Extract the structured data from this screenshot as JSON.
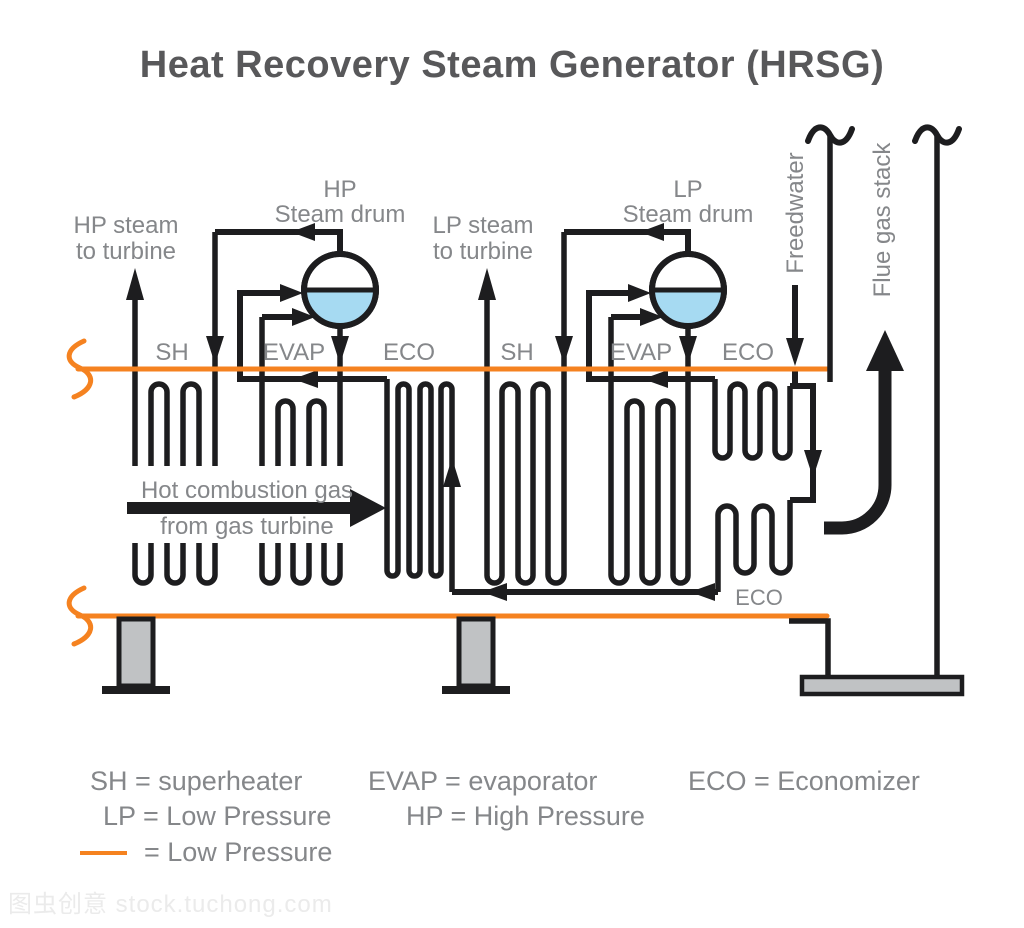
{
  "title": "Heat Recovery Steam Generator (HRSG)",
  "colors": {
    "orange": "#F58220",
    "ink": "#1D1D1F",
    "label_gray": "#85878A",
    "title_gray": "#58585A",
    "water_blue": "#A6DAF2",
    "support_gray": "#C0C2C4",
    "watermark_gray": "#EBEBEB"
  },
  "diagram": {
    "hp_steam": [
      "HP steam",
      "to turbine"
    ],
    "lp_steam": [
      "LP steam",
      "to turbine"
    ],
    "hp_drum": [
      "HP",
      "Steam drum"
    ],
    "lp_drum": [
      "LP",
      "Steam drum"
    ],
    "feedwater": "Freedwater",
    "flue_stack": "Flue gas stack",
    "hot_gas": [
      "Hot combustion gas",
      "from gas turbine"
    ],
    "sections": [
      "SH",
      "EVAP",
      "ECO",
      "SH",
      "EVAP",
      "ECO"
    ],
    "eco_bottom": "ECO"
  },
  "legend": {
    "sh": "SH = superheater",
    "evap": "EVAP = evaporator",
    "eco": "ECO = Economizer",
    "lp": "LP = Low Pressure",
    "hp": "HP = High Pressure",
    "low_pressure_line": "= Low Pressure"
  },
  "watermark": "图虫创意 stock.tuchong.com"
}
